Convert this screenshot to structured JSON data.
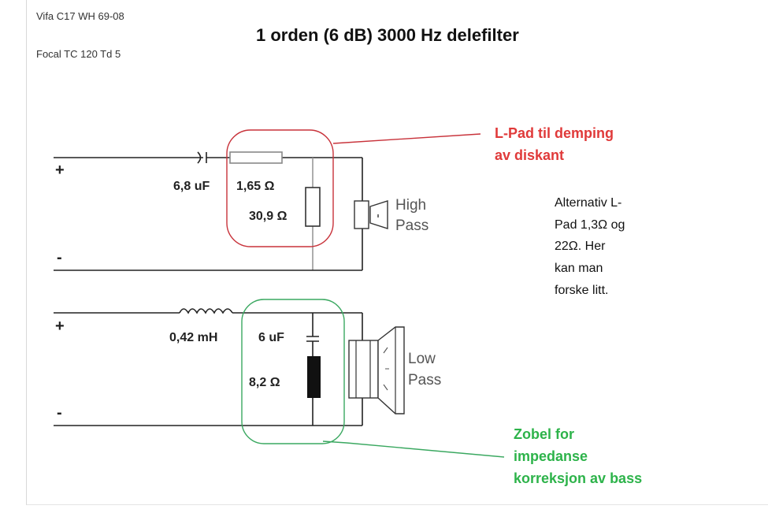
{
  "header": {
    "driver_woofer": "Vifa C17 WH 69-08",
    "driver_tweeter": "Focal TC 120 Td 5",
    "title": "1 orden (6 dB) 3000 Hz delefilter"
  },
  "high_pass": {
    "plus": "+",
    "minus": "-",
    "capacitor": "6,8 uF",
    "series_resistor": "1,65 Ω",
    "shunt_resistor": "30,9 Ω",
    "speaker_label_1": "High",
    "speaker_label_2": "Pass"
  },
  "low_pass": {
    "plus": "+",
    "minus": "-",
    "inductor": "0,42 mH",
    "zobel_capacitor": "6 uF",
    "zobel_resistor": "8,2 Ω",
    "speaker_label_1": "Low",
    "speaker_label_2": "Pass"
  },
  "annotations": {
    "lpad_line1": "L-Pad til demping",
    "lpad_line2": "av diskant",
    "lpad_color": "#e03a3a",
    "zobel_line1": "Zobel for",
    "zobel_line2": "impedanse",
    "zobel_line3": "korreksjon av bass",
    "zobel_color": "#2db34a",
    "alt_lines": [
      "Alternativ L-",
      "Pad 1,3Ω og",
      "22Ω. Her",
      "kan man",
      "forske litt."
    ]
  }
}
